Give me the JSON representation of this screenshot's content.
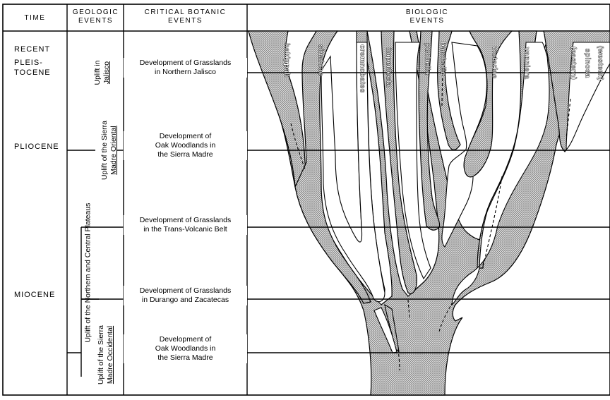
{
  "headers": {
    "time": "TIME",
    "geologic": "GEOLOGIC EVENTS",
    "botanic": "CRITICAL BOTANIC EVENTS",
    "biologic": "BIOLOGIC EVENTS"
  },
  "epochs": {
    "recent": "RECENT",
    "pleistocene": "PLEIS- TOCENE",
    "pliocene": "PLIOCENE",
    "miocene": "MIOCENE"
  },
  "geologic_events": {
    "jalisco_line1": "Uplift in",
    "jalisco_line2": "Jalisco",
    "oriental_line1": "Uplift of the Sierra",
    "oriental_line2": "Madre Oriental",
    "plateaus": "Uplift of the Northern and Central Plateaus",
    "occidental_line1": "Uplift of the Sierra",
    "occidental_line2": "Madre Occidental"
  },
  "botanic_events": [
    {
      "line1": "Development of Grasslands",
      "line2": "in Northern Jalisco"
    },
    {
      "line1": "Development of",
      "line2": "Oak Woodlands in",
      "line3": "the Sierra Madre"
    },
    {
      "line1": "Development of Grasslands",
      "line2": "in the Trans-Volcanic Belt"
    },
    {
      "line1": "Development of Grasslands",
      "line2": "in Durango and Zacatecas"
    },
    {
      "line1": "Development of",
      "line2": "Oak Woodlands in",
      "line3": "the Sierra Madre"
    }
  ],
  "taxa": {
    "hakippah": "hakippah",
    "sinaloae": "sinaloae",
    "cremnobates": "cremnobates",
    "imperfecta": "imperfecta",
    "puchella": "puchella",
    "bambalio": "bambalio",
    "victoriae": "victoriae",
    "vanniera": "vanniera",
    "eastern": "(eastern)",
    "spinosa": "spinosa",
    "western": "(western)"
  },
  "colors": {
    "stipple": "#c4c4c4",
    "line": "#000000"
  }
}
